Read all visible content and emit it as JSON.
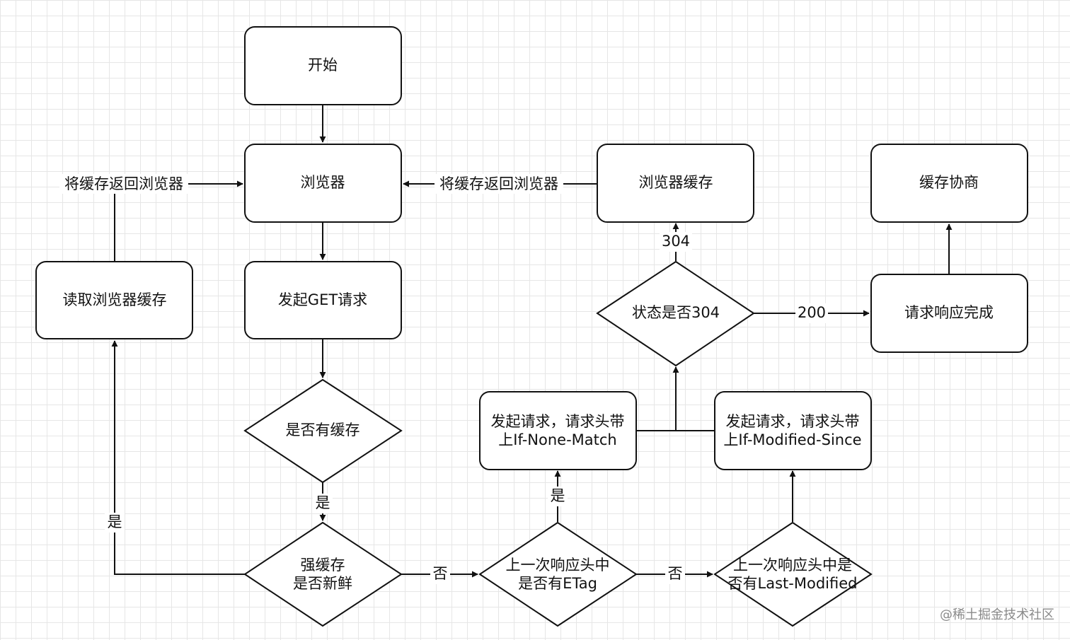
{
  "diagram": {
    "nodes": {
      "start": "开始",
      "browser": "浏览器",
      "get_request": "发起GET请求",
      "has_cache": "是否有缓存",
      "strong_cache": [
        "强缓存",
        "是否新鲜"
      ],
      "read_cache": "读取浏览器缓存",
      "has_etag": [
        "上一次响应头中",
        "是否有ETag"
      ],
      "has_last_modified": [
        "上一次响应头中是",
        "否有Last-Modified"
      ],
      "req_if_none_match": [
        "发起请求，请求头带",
        "上If-None-Match"
      ],
      "req_if_modified_since": [
        "发起请求，请求头带",
        "上If-Modified-Since"
      ],
      "status_304": "状态是否304",
      "browser_cache": "浏览器缓存",
      "request_complete": "请求响应完成",
      "cache_negotiation": "缓存协商"
    },
    "edge_labels": {
      "return_cache_left": "将缓存返回浏览器",
      "return_cache_right": "将缓存返回浏览器",
      "yes_has_cache": "是",
      "yes_strong": "是",
      "no_strong": "否",
      "yes_etag": "是",
      "no_etag": "否",
      "code_304": "304",
      "code_200": "200"
    }
  },
  "watermark": "@稀土掘金技术社区"
}
